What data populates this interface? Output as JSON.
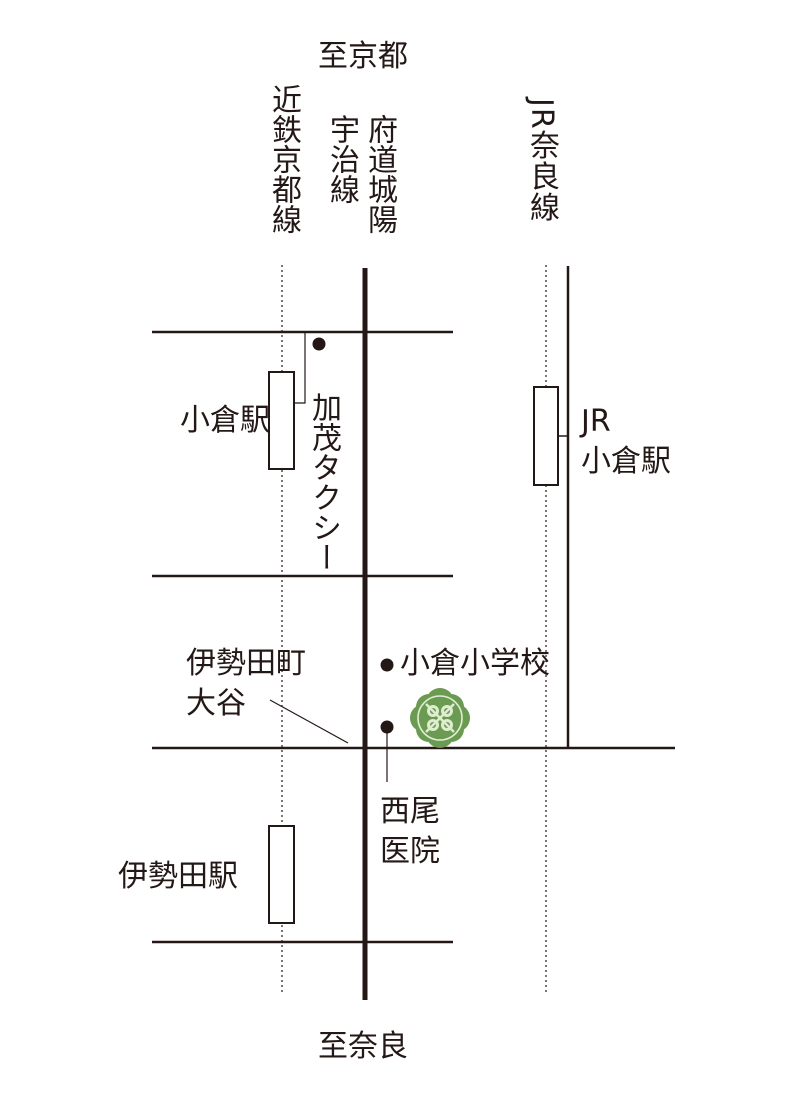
{
  "directions": {
    "north": "至京都",
    "south": "至奈良"
  },
  "railways": {
    "kintetsu": "近鉄京都線",
    "uji_line": "宇治線",
    "fudo_jyoyo": "府道城陽",
    "jr_nara": "JR奈良線"
  },
  "stations": {
    "ogura": "小倉駅",
    "jr_ogura": "JR\n小倉駅",
    "iseda": "伊勢田駅"
  },
  "places": {
    "kamo_taxi": "加茂タクシー",
    "ogura_school": "小倉小学校",
    "iseda_otani": "伊勢田町\n大谷",
    "nishio_clinic": "西尾\n医院"
  },
  "colors": {
    "ink": "#231815",
    "clinic_mark": "#6b9a52",
    "clinic_mark_light": "#dfeccf"
  },
  "icons": {
    "clinic_logo": "clover-logo-icon",
    "point": "location-dot-icon"
  }
}
